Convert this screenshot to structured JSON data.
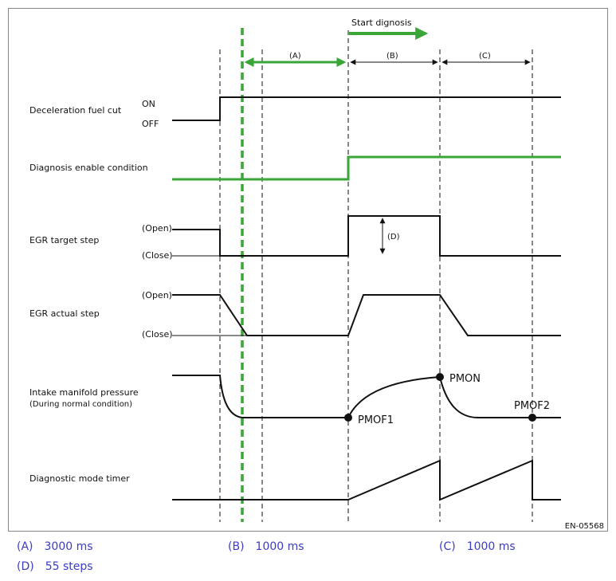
{
  "signals": {
    "decel_fuel_cut": {
      "label": "Deceleration fuel cut",
      "on": "ON",
      "off": "OFF"
    },
    "diag_enable": {
      "label": "Diagnosis enable condition"
    },
    "egr_target": {
      "label": "EGR target step",
      "open": "(Open)",
      "close": "(Close)"
    },
    "egr_actual": {
      "label": "EGR actual step",
      "open": "(Open)",
      "close": "(Close)"
    },
    "intake_pressure": {
      "label": "Intake manifold pressure",
      "sublabel": "(During normal condition)"
    },
    "diag_timer": {
      "label": "Diagnostic mode timer"
    }
  },
  "start_diagnosis": "Start dignosis",
  "intervals": {
    "a": "(A)",
    "b": "(B)",
    "c": "(C)",
    "d": "(D)"
  },
  "points": {
    "pmof1": "PMOF1",
    "pmon": "PMON",
    "pmof2": "PMOF2"
  },
  "figure_id": "EN-05568",
  "legend": [
    {
      "key": "(A)",
      "value": "3000 ms"
    },
    {
      "key": "(B)",
      "value": "1000 ms"
    },
    {
      "key": "(C)",
      "value": "1000 ms"
    },
    {
      "key": "(D)",
      "value": "55 steps"
    }
  ],
  "colors": {
    "green": "#3aa637",
    "line": "#111111",
    "legend_text": "#3c3cc8"
  }
}
